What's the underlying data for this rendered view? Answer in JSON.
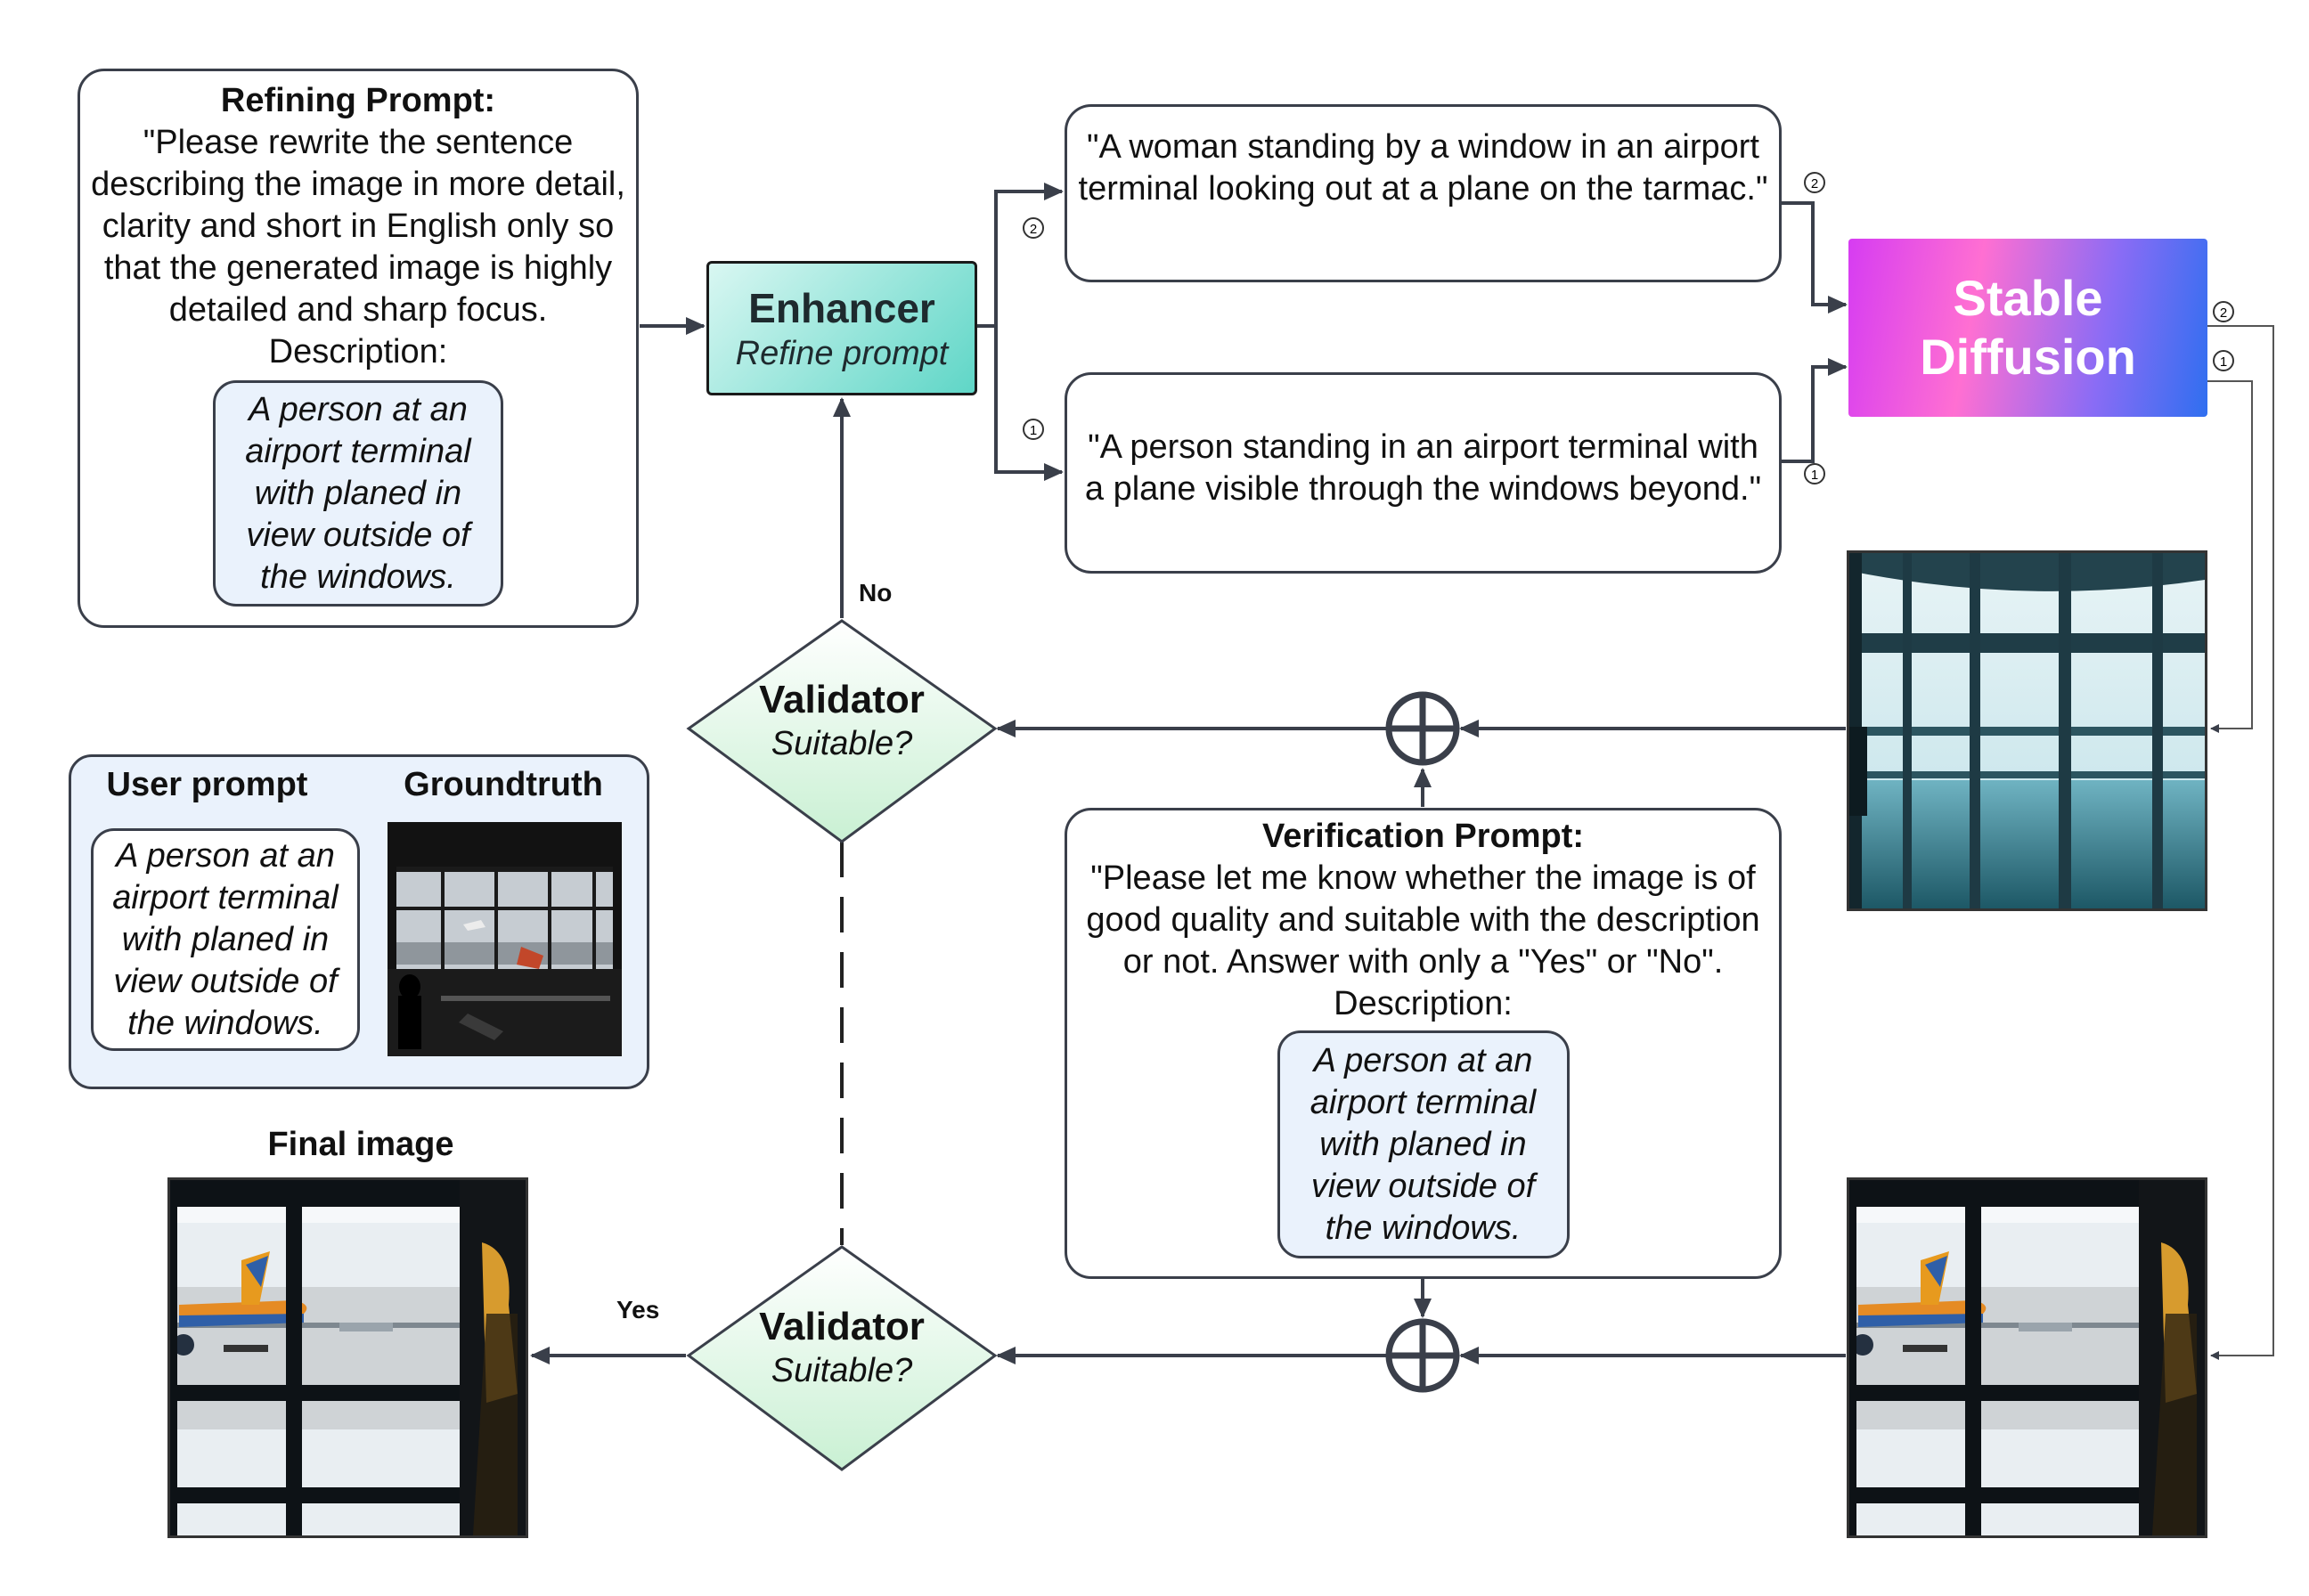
{
  "refining": {
    "title": "Refining Prompt:",
    "body": "\"Please rewrite the sentence describing the image in more detail, clarity and short in English only so that the generated image is highly detailed and sharp focus.",
    "desc_label": "Description:",
    "description": "A person at an airport terminal with planed in view outside of the windows."
  },
  "enhancer": {
    "title": "Enhancer",
    "subtitle": "Refine prompt"
  },
  "refined_prompts": {
    "p2": "\"A woman standing by a window in an airport terminal looking out at a plane on the tarmac.\"",
    "p1": "\"A person standing in an airport terminal with a plane visible through the windows beyond.\""
  },
  "stable_diffusion": {
    "label": "Stable Diffusion"
  },
  "markers": {
    "one": "1",
    "two": "2"
  },
  "validator_top": {
    "title": "Validator",
    "subtitle": "Suitable?"
  },
  "validator_bottom": {
    "title": "Validator",
    "subtitle": "Suitable?"
  },
  "edge_labels": {
    "no": "No",
    "yes": "Yes"
  },
  "legend": {
    "user_prompt_label": "User prompt",
    "groundtruth_label": "Groundtruth",
    "user_prompt": "A person at an airport terminal with planed in view outside of the windows."
  },
  "verification": {
    "title": "Verification Prompt:",
    "body": "\"Please let me know whether the image is of good quality and suitable with the description or not. Answer with only a \"Yes\" or \"No\".",
    "desc_label": "Description:",
    "description": "A person at an airport terminal with planed in view outside of the windows."
  },
  "final_image": {
    "label": "Final image"
  },
  "colors": {
    "line": "#3a3f4a",
    "enhancer_fill": "#5fd6c7",
    "validator_fill": "#d8f5de",
    "desc_fill": "#eaf2fc"
  }
}
